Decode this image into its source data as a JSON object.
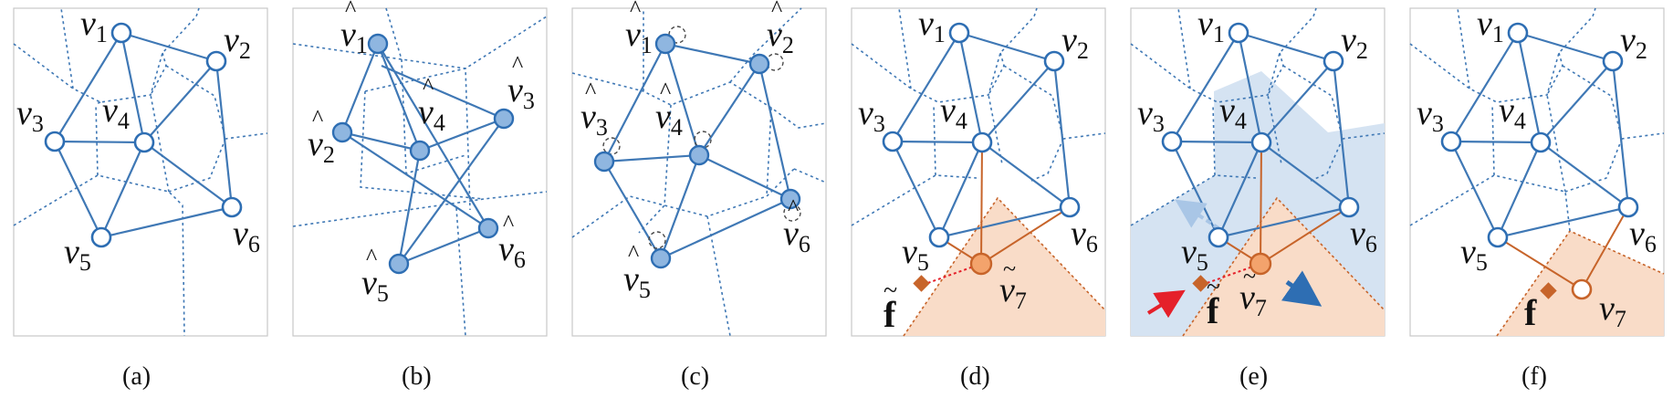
{
  "captions": [
    "(a)",
    "(b)",
    "(c)",
    "(d)",
    "(e)",
    "(f)"
  ],
  "labels": {
    "v1": "v",
    "v2": "v",
    "v3": "v",
    "v4": "v",
    "v5": "v",
    "v6": "v",
    "v7": "v",
    "sub1": "1",
    "sub2": "2",
    "sub3": "3",
    "sub4": "4",
    "sub5": "5",
    "sub6": "6",
    "sub7": "7",
    "f": "f",
    "hat": "^",
    "tilde": "~"
  },
  "colors": {
    "mesh_blue": "#3f78b5",
    "node_fill_blue": "#8fb6e0",
    "orange": "#c7642a",
    "orange_region": "#f9dcc8",
    "blue_region": "#d5e3f2",
    "red_arrow": "#e5202a",
    "blue_arrow": "#2e6eb3"
  }
}
